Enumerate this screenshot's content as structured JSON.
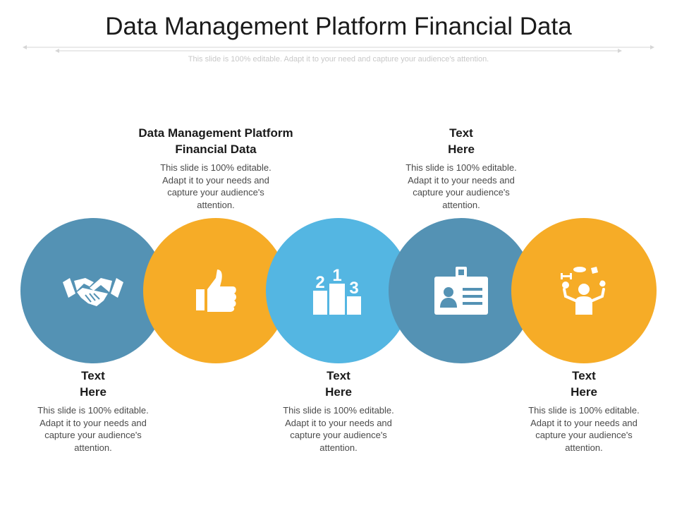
{
  "slide": {
    "title": "Data Management Platform Financial Data",
    "subtitle": "This slide is 100% editable. Adapt it to your need and capture your audience's attention."
  },
  "items": [
    {
      "heading": "Text Here",
      "body": "This slide is 100% editable. Adapt it to your needs and capture your audience's attention.",
      "icon": "handshake-icon",
      "color": "#5492b4"
    },
    {
      "heading": "Data Management Platform Financial Data",
      "body": "This slide is 100% editable. Adapt it to your needs and capture your audience's attention.",
      "icon": "thumbs-up-icon",
      "color": "#f6ac27"
    },
    {
      "heading": "Text Here",
      "body": "This slide is 100% editable. Adapt it to your needs and capture your audience's attention.",
      "icon": "podium-ranking-icon",
      "color": "#54b6e2",
      "podium_labels": [
        "2",
        "1",
        "3"
      ]
    },
    {
      "heading": "Text Here",
      "body": "This slide is 100% editable. Adapt it to your needs and capture your audience's attention.",
      "icon": "id-badge-icon",
      "color": "#5492b4"
    },
    {
      "heading": "Text Here",
      "body": "This slide is 100% editable. Adapt it to your needs and capture your audience's attention.",
      "icon": "juggling-person-icon",
      "color": "#f6ac27"
    }
  ]
}
